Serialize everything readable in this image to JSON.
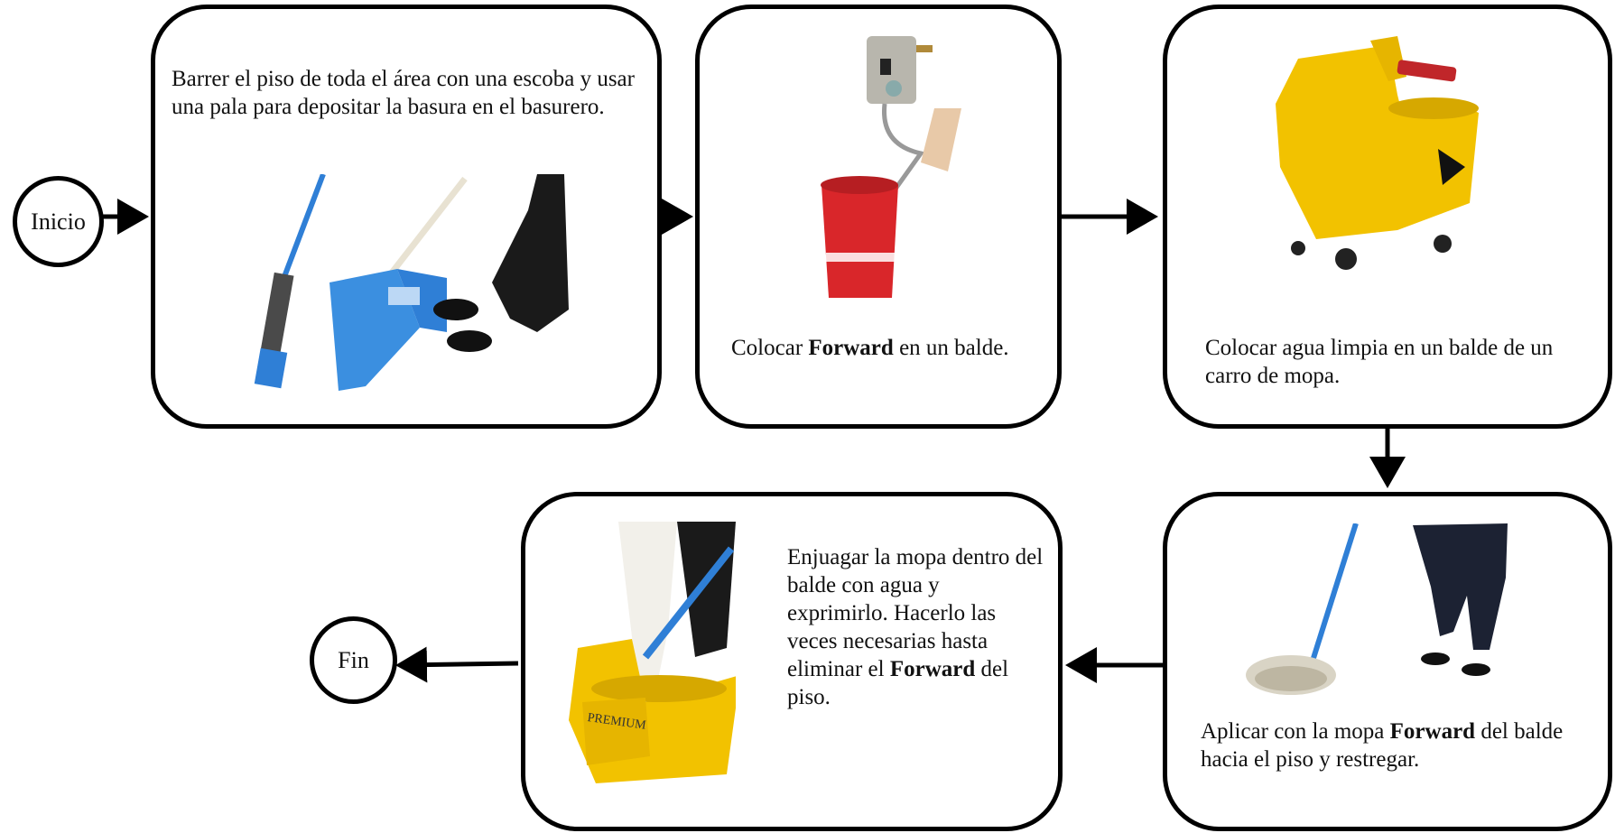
{
  "start": {
    "label": "Inicio"
  },
  "end": {
    "label": "Fin"
  },
  "steps": [
    {
      "id": "step-1",
      "text": "Barrer el piso de  toda el área con  una escoba y usar una pala  para depositar la basura en el  basurero."
    },
    {
      "id": "step-2",
      "pre": "Colocar ",
      "bold": "Forward",
      "post": " en  un balde."
    },
    {
      "id": "step-3",
      "text": "Colocar agua limpia en un balde de un carro de  mopa."
    },
    {
      "id": "step-4",
      "pre": "Aplicar con la  mopa  ",
      "bold": "Forward",
      "post": " del  balde hacia el  piso y restregar."
    },
    {
      "id": "step-5",
      "pre": "Enjuagar la mopa dentro del balde con agua y exprimirlo. Hacerlo las veces necesarias hasta eliminar el  ",
      "bold": "Forward",
      "post": " del piso."
    }
  ],
  "images": {
    "broom": "broom-and-dustpan-photo",
    "bucket": "red-bucket-dispenser-photo",
    "cart": "yellow-mop-cart-photo",
    "mop": "mop-on-floor-photo",
    "rinse": "mop-rinsing-in-cart-photo"
  },
  "colors": {
    "line": "#000000",
    "yellow": "#f2c200",
    "blue": "#2f7fd6",
    "red": "#d9262a"
  }
}
